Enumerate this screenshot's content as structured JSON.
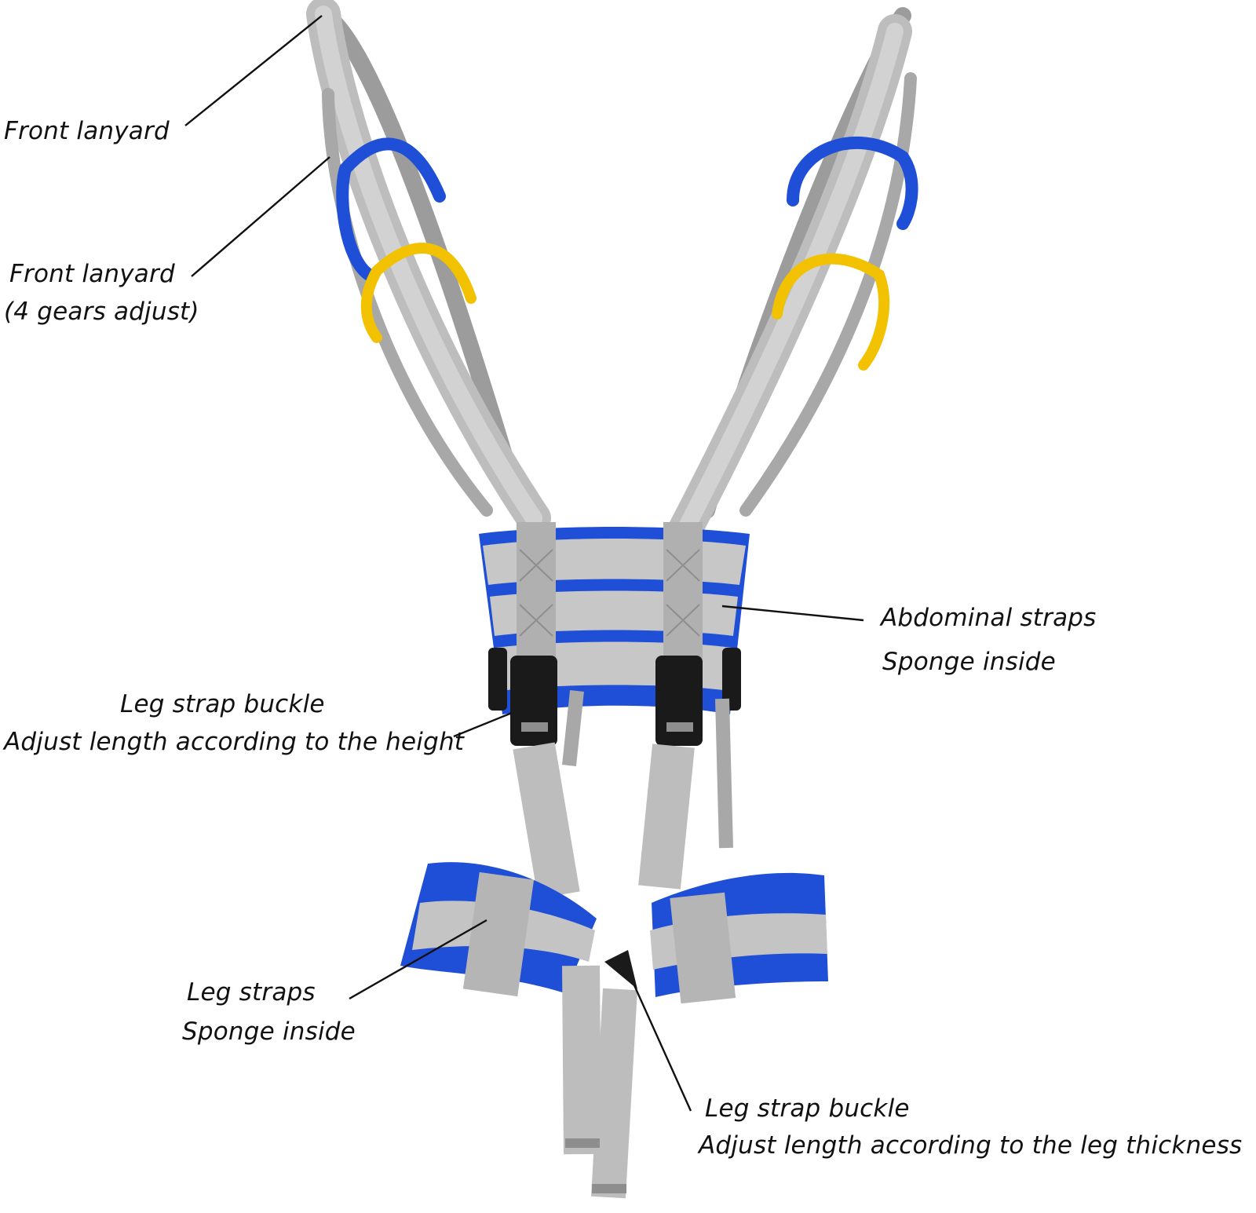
{
  "colors": {
    "strap_gray": "#b9b9b9",
    "strap_gray_dark": "#8e8e8e",
    "pad_blue": "#1f4fd6",
    "pad_blue_dark": "#1637a6",
    "handle_yellow": "#f2c200",
    "buckle_black": "#1a1a1a",
    "leader_line": "#111111",
    "background": "#ffffff"
  },
  "labels": {
    "front_lanyard_1": "Front lanyard",
    "front_lanyard_2": "Front lanyard",
    "front_lanyard_2_note": "(4 gears adjust)",
    "abdominal_title": "Abdominal straps",
    "abdominal_note": "Sponge inside",
    "buckle_height_title": "Leg strap buckle",
    "buckle_height_note": "Adjust length according to the height",
    "leg_straps_title": "Leg straps",
    "leg_straps_note": "Sponge inside",
    "buckle_leg_title": "Leg strap buckle",
    "buckle_leg_note": "Adjust length according to the leg thickness"
  }
}
